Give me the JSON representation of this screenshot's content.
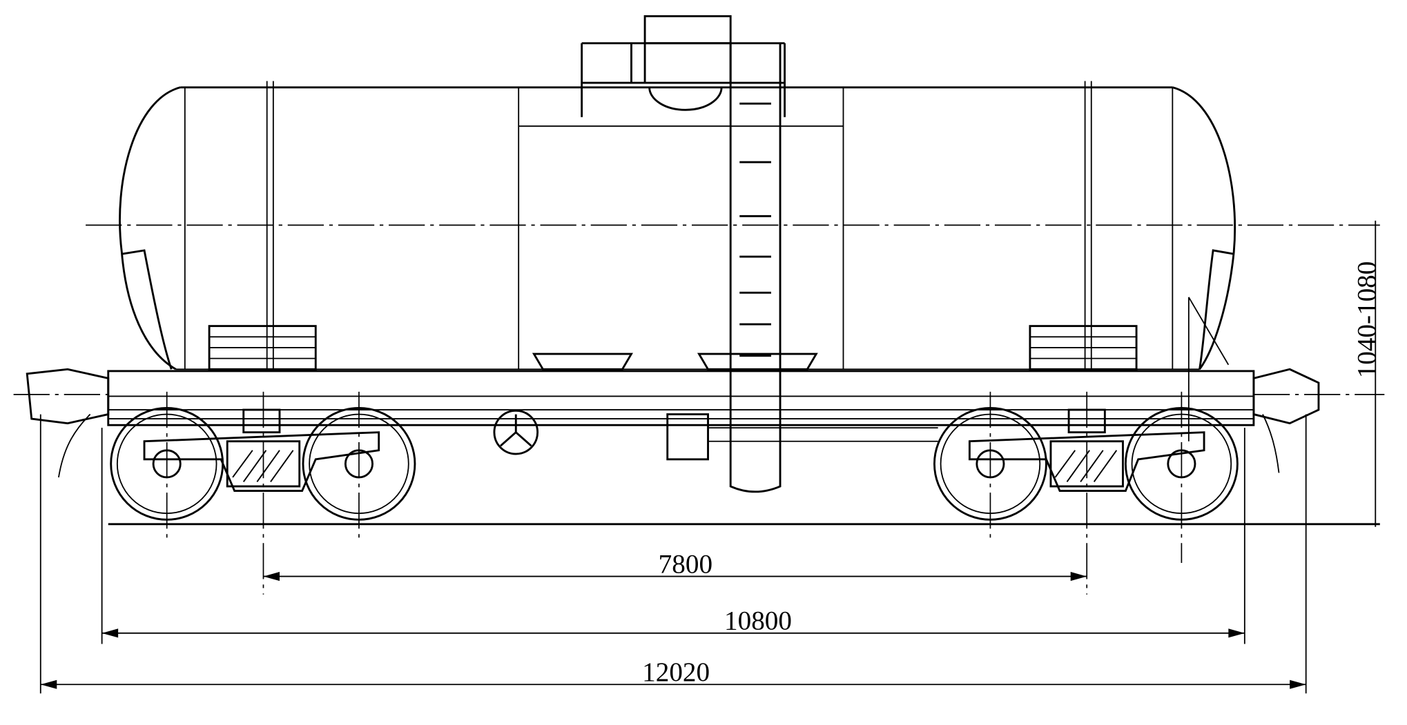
{
  "drawing": {
    "subject": "tank-wagon-side-elevation",
    "dimensions": {
      "bogie_centers": "7800",
      "frame_length": "10800",
      "overall_length": "12020",
      "coupler_height": "1040-1080"
    }
  }
}
